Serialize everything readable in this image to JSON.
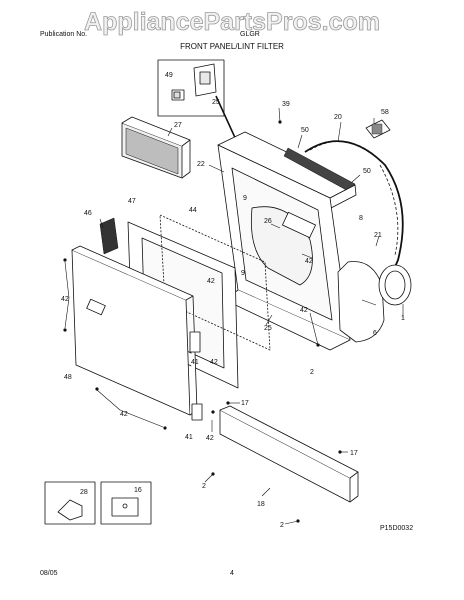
{
  "watermark": "AppliancePartsPros.com",
  "header": {
    "left_text": "Publication No.",
    "right_text": "GLGR",
    "section_title": "FRONT PANEL/LINT FILTER"
  },
  "diagram_code": "P15D0032",
  "footer": {
    "date": "08/05",
    "page": "4"
  },
  "callouts": {
    "c49": "49",
    "c25a": "25",
    "c27": "27",
    "c39": "39",
    "c58": "58",
    "c20": "20",
    "c50a": "50",
    "c22": "22",
    "c9a": "9",
    "c50b": "50",
    "c8": "8",
    "c26": "26",
    "c47": "47",
    "c44": "44",
    "c46": "46",
    "c42a": "42",
    "c9b": "9",
    "c21": "21",
    "c42b": "42",
    "c42c": "42",
    "c42d": "42",
    "c1": "1",
    "c25b": "25",
    "c6": "6",
    "c41a": "41",
    "c42e": "42",
    "c48": "48",
    "c2a": "2",
    "c17a": "17",
    "c42f": "42",
    "c41b": "41",
    "c42g": "42",
    "c17b": "17",
    "c2b": "2",
    "c18": "18",
    "c2c": "2",
    "c28": "28",
    "c16": "16"
  }
}
